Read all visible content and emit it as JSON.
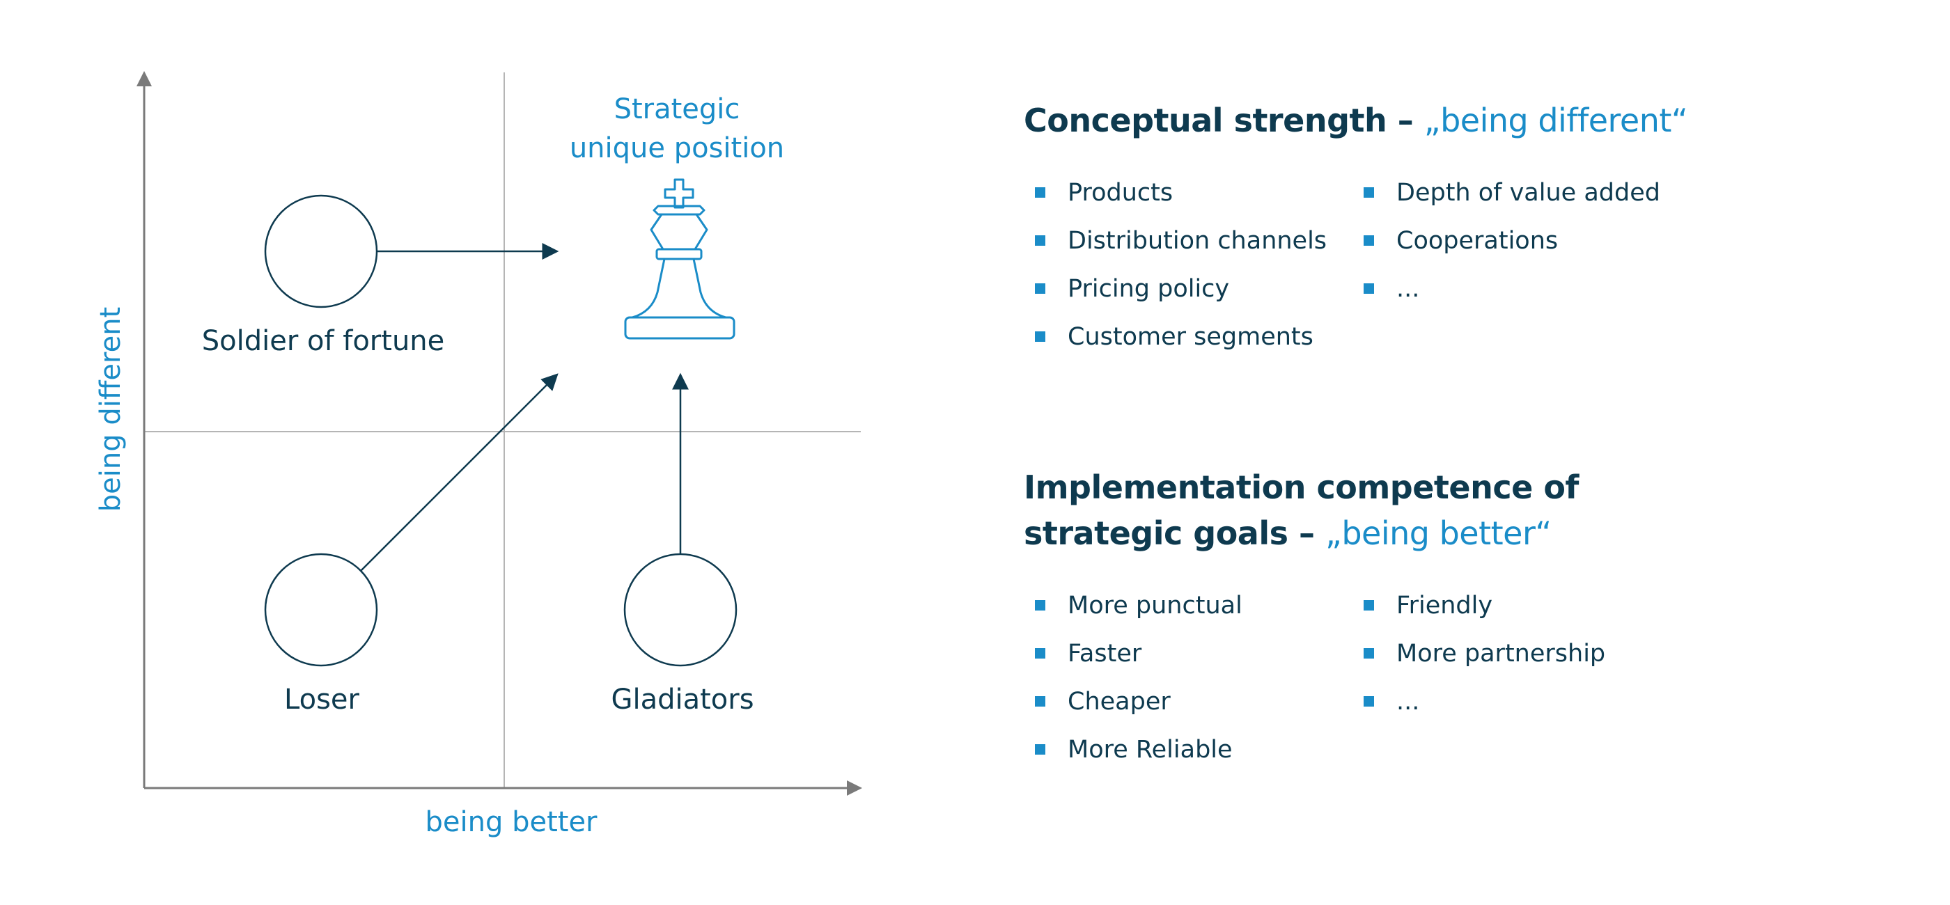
{
  "diagram": {
    "y_axis_label": "being different",
    "x_axis_label": "being better",
    "target_label_lines": [
      "Strategic",
      "unique position"
    ],
    "quadrants": {
      "top_left": "Soldier of fortune",
      "bottom_left": "Loser",
      "bottom_right": "Gladiators"
    },
    "target_icon": "chess-king-icon"
  },
  "conceptual": {
    "title_main": "Conceptual strength – ",
    "title_accent": "„being different“",
    "left_items": [
      "Products",
      "Distribution channels",
      "Pricing policy",
      "Customer segments"
    ],
    "right_items": [
      "Depth of value added",
      "Cooperations",
      "..."
    ]
  },
  "implementation": {
    "title_line1": "Implementation competence of",
    "title_line2_main": "strategic goals – ",
    "title_accent": "„being better“",
    "left_items": [
      "More punctual",
      "Faster",
      "Cheaper",
      "More Reliable"
    ],
    "right_items": [
      "Friendly",
      "More partnership",
      "..."
    ]
  },
  "colors": {
    "dark": "#0e3a4f",
    "accent": "#1a8cc8",
    "axis": "#7a7a7a",
    "grid": "#b5b5b5"
  }
}
